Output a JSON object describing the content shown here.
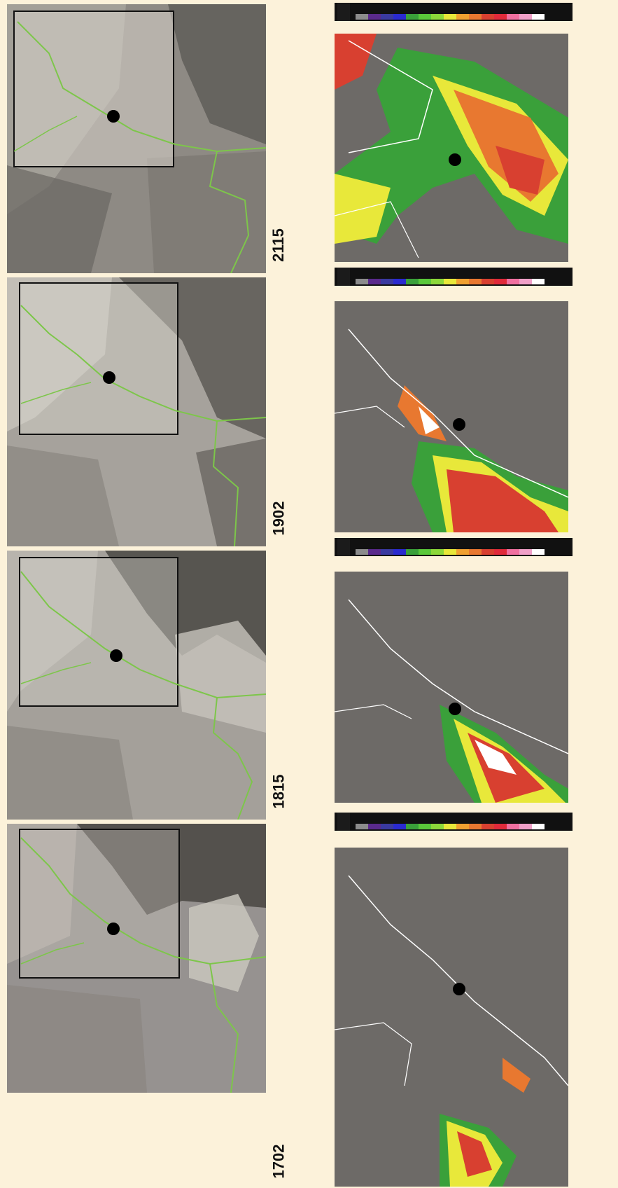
{
  "frames": [
    {
      "time": "2115"
    },
    {
      "time": "1902"
    },
    {
      "time": "1815"
    },
    {
      "time": "1702"
    }
  ],
  "colors": {
    "background": "#fcf2da",
    "boundary_green": "#7dc64a",
    "radar_background": "#6d6a67",
    "station_marker": "#000000"
  },
  "radar_scale_colors": [
    "#8c8c8c",
    "#5a2a8c",
    "#3a3aa0",
    "#2a2ad0",
    "#3aa03a",
    "#5ac83a",
    "#8cd83a",
    "#e8e83a",
    "#f0a030",
    "#e87830",
    "#d84030",
    "#e02a3a",
    "#f070a0",
    "#f0a0c8",
    "#ffffff"
  ]
}
